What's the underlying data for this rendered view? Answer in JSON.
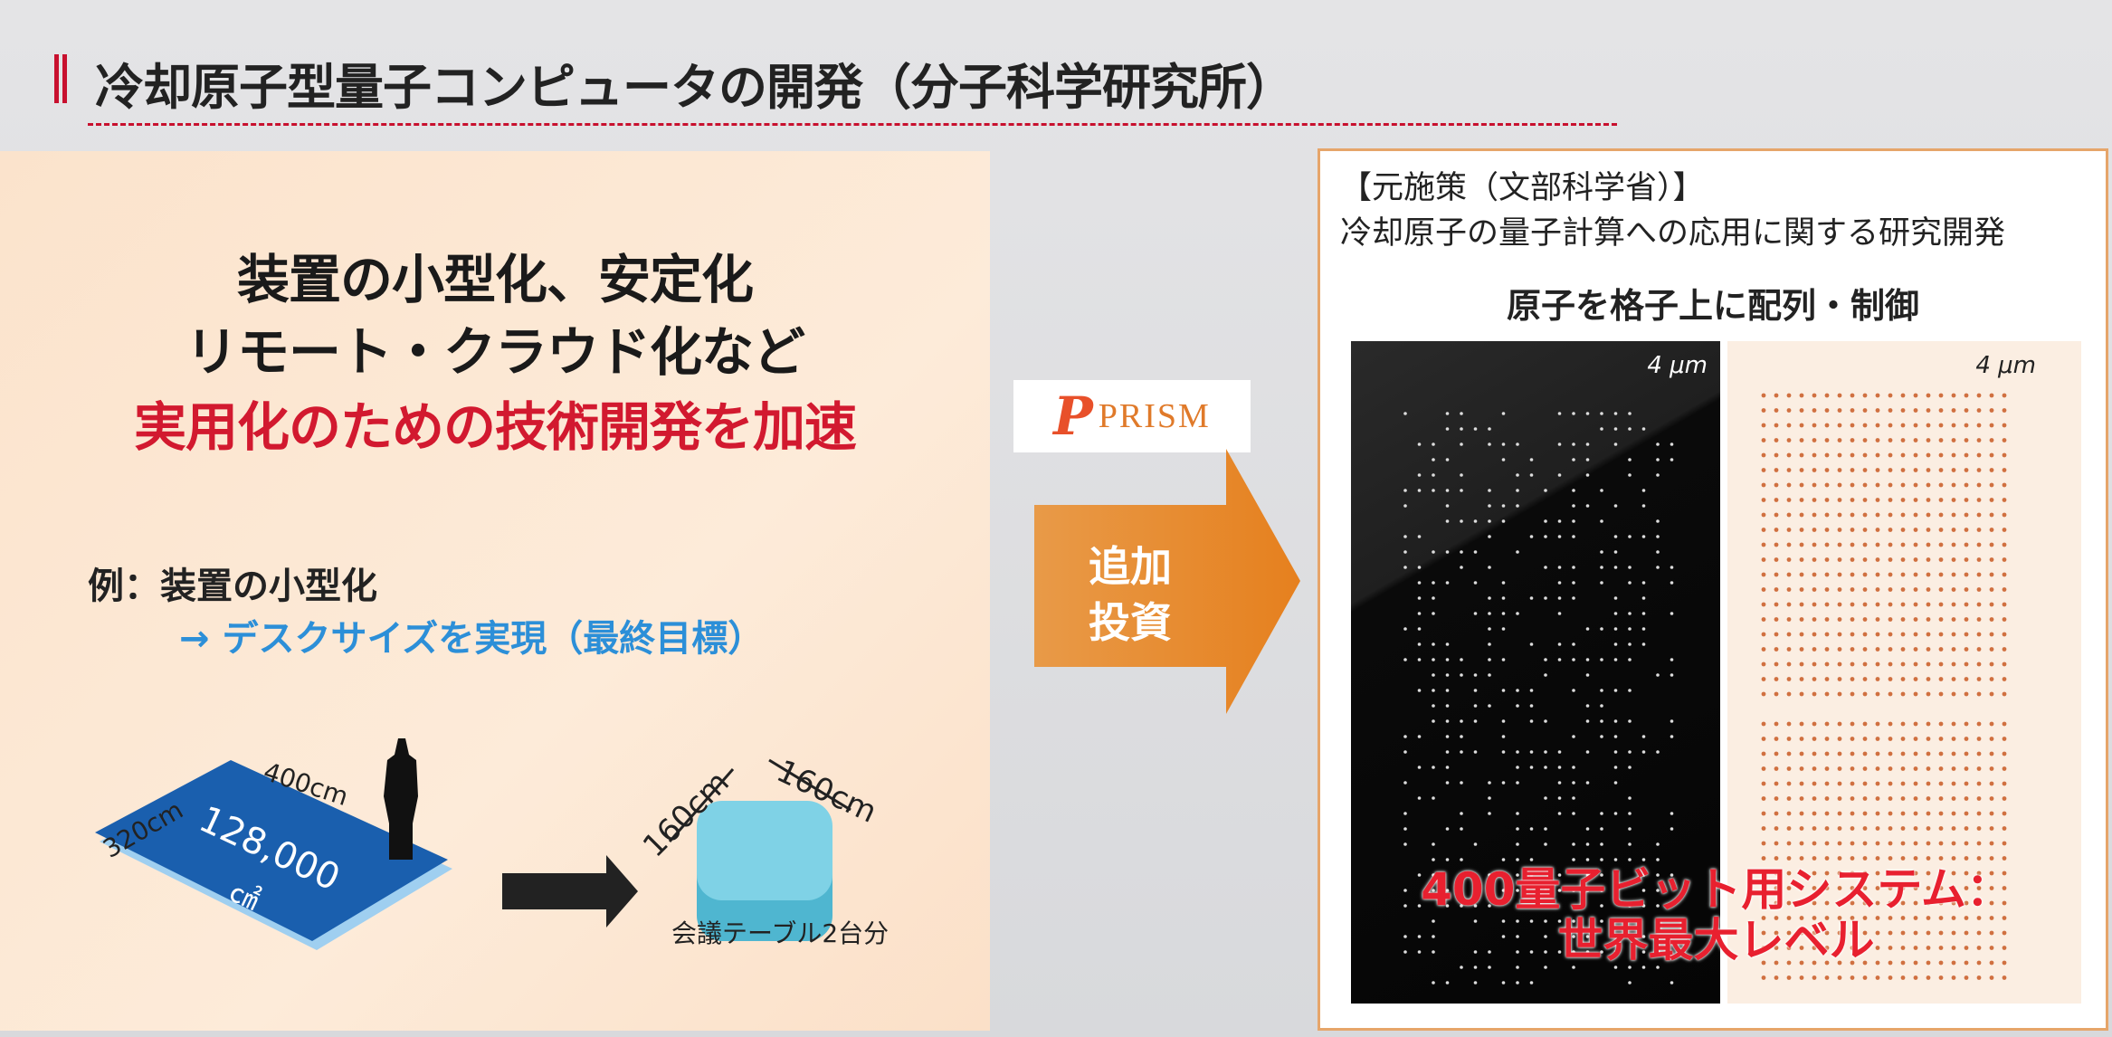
{
  "title": "冷却原子型量子コンピュータの開発（分子科学研究所）",
  "left": {
    "headline": [
      "装置の小型化、安定化",
      "リモート・クラウド化など",
      "実用化のための技術開発を加速"
    ],
    "example": "例：装置の小型化",
    "goal": "→ デスクサイズを実現（最終目標）",
    "before": {
      "width": "320cm",
      "depth": "400cm",
      "area": "128,000",
      "unit": "㎠"
    },
    "after": {
      "width": "160cm",
      "depth": "160cm",
      "caption": "会議テーブル2台分"
    }
  },
  "prism": {
    "logo_letter": "P",
    "logo_text": "PRISM"
  },
  "arrow": {
    "label_line1": "追加",
    "label_line2": "投資",
    "color": "#e8892e"
  },
  "right": {
    "line1": "【元施策（文部科学省）】",
    "line2": "冷却原子の量子計算への応用に関する研究開発",
    "subtitle": "原子を格子上に配列・制御",
    "scale_dark": "4 μm",
    "scale_light": "4 μm",
    "highlight_line1": "400量子ビット用システム：",
    "highlight_line2": "世界最大レベル"
  },
  "colors": {
    "accent_red": "#c8102e",
    "blue": "#2c8fd8",
    "orange": "#e8892e"
  }
}
